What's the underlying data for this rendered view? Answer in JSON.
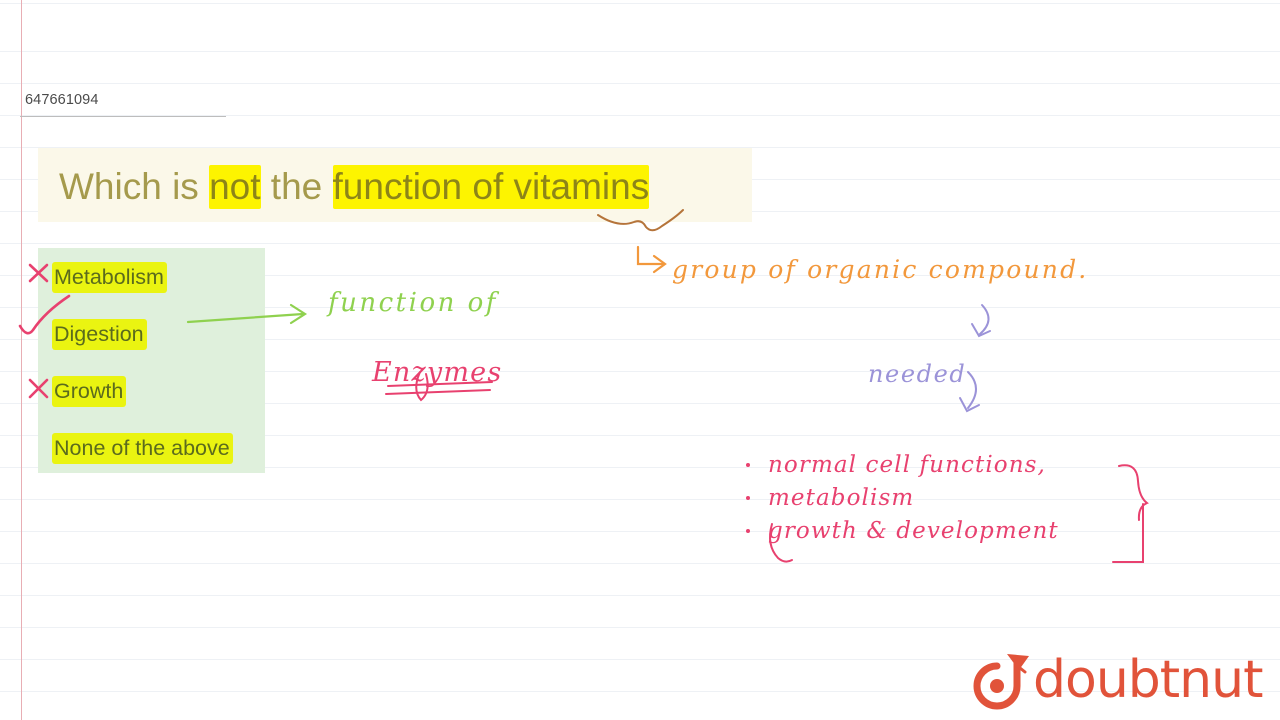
{
  "page": {
    "question_id": "647661094",
    "paper_line_color": "#eef1f5",
    "margin_line_color": "#e8aeb4"
  },
  "question": {
    "parts": [
      {
        "text": "Which is ",
        "highlighted": false
      },
      {
        "text": "not",
        "highlighted": true
      },
      {
        "text": " the ",
        "highlighted": false
      },
      {
        "text": "function of vitamins",
        "highlighted": true
      }
    ],
    "full_text": "Which is not the function of vitamins",
    "text_color": "#a59a4c",
    "highlight_color": "#fdf400",
    "banner_color": "#fbf8e9"
  },
  "options": {
    "panel_color": "#dff0dc",
    "highlight_color": "#eaf411",
    "text_color": "#5b6b1d",
    "items": [
      {
        "label": "Metabolism",
        "mark": "cross"
      },
      {
        "label": "Digestion",
        "mark": "check"
      },
      {
        "label": "Growth",
        "mark": "cross"
      },
      {
        "label": "None of the above",
        "mark": "none"
      }
    ]
  },
  "annotations": {
    "green": {
      "color": "#8fd14f",
      "text": "function  of"
    },
    "pink_enzymes": {
      "color": "#e8416f",
      "text": "Enzymes"
    },
    "orange": {
      "color": "#f2983c",
      "text": "group  of  organic  compound."
    },
    "purple": {
      "color": "#9b93d8",
      "text": "needed"
    },
    "pink_bullets": {
      "color": "#e8416f",
      "items": [
        "normal  cell  functions,",
        "metabolism",
        "growth  &  development"
      ]
    }
  },
  "logo": {
    "word": "doubtnut",
    "color": "#e1533a"
  }
}
